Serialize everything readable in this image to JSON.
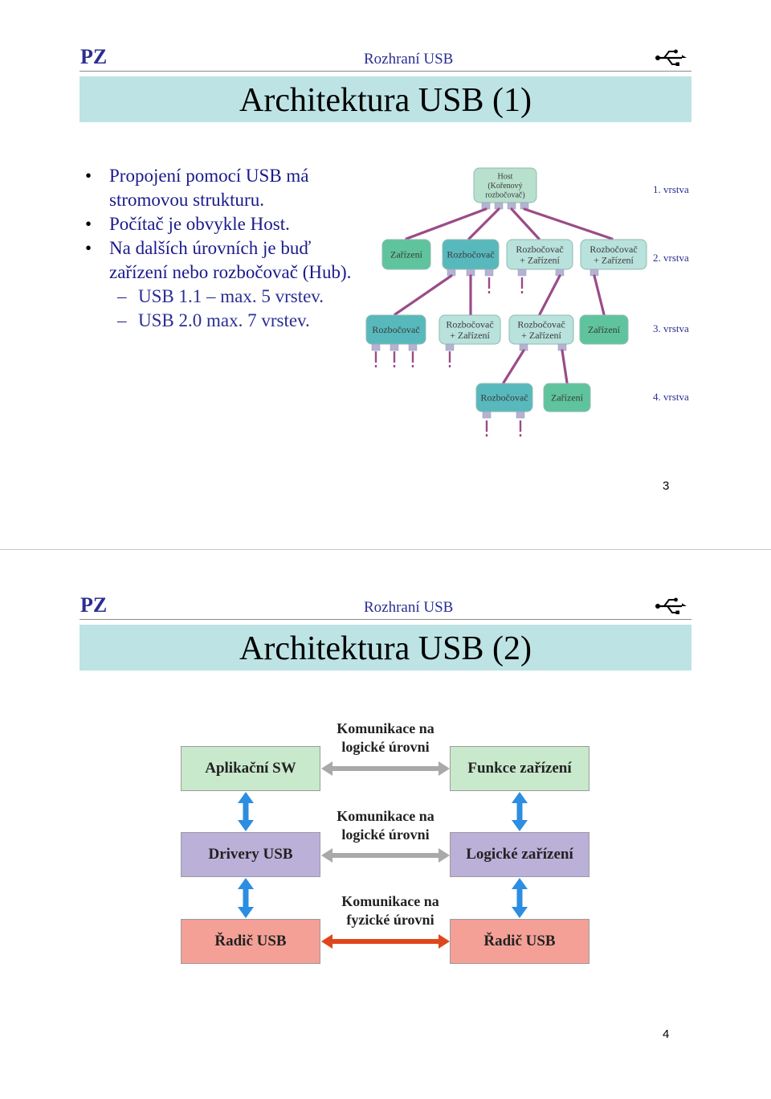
{
  "slide1": {
    "brand": "PZ",
    "topic": "Rozhraní USB",
    "title": "Architektura USB (1)",
    "bullets": [
      "Propojení pomocí USB má stromovou strukturu.",
      "Počítač je obvykle Host.",
      "Na dalších úrovních je buď zařízení nebo rozbočovač (Hub)."
    ],
    "subbullets": [
      "USB 1.1 – max. 5 vrstev.",
      "USB 2.0 max. 7 vrstev."
    ],
    "tree": {
      "host": [
        "Host",
        "(Kořenový",
        "rozbočovač)"
      ],
      "level2": [
        [
          "Zařízení"
        ],
        [
          "Rozbočovač"
        ],
        [
          "Rozbočovač",
          "+ Zařízení"
        ],
        [
          "Rozbočovač",
          "+ Zařízení"
        ]
      ],
      "level3": [
        [
          "Rozbočovač"
        ],
        [
          "Rozbočovač",
          "+ Zařízení"
        ],
        [
          "Rozbočovač",
          "+ Zařízení"
        ],
        [
          "Zařízení"
        ]
      ],
      "level4": [
        [
          "Rozbočovač"
        ],
        [
          "Zařízení"
        ]
      ],
      "layers": [
        "1. vrstva",
        "2. vrstva",
        "3. vrstva",
        "4. vrstva"
      ],
      "colors": {
        "host": "#b7e0cd",
        "device": "#5fc49d",
        "hub": "#58b9bd",
        "hub_device": "#b9e2dc",
        "edge": "#9a4c88",
        "port": "#b4b3d1",
        "layer_text": "#2a2e92"
      }
    },
    "page_number": "3"
  },
  "slide2": {
    "brand": "PZ",
    "topic": "Rozhraní USB",
    "title": "Architektura USB (2)",
    "rows": [
      {
        "left": "Aplikační SW",
        "right": "Funkce zařízení",
        "comm": [
          "Komunikace na",
          "logické úrovni"
        ],
        "color": "#c8e9cc",
        "arrow_color": "#a9a9a9"
      },
      {
        "left": "Drivery USB",
        "right": "Logické zařízení",
        "comm": [
          "Komunikace na",
          "logické úrovni"
        ],
        "color": "#bab0d8",
        "arrow_color": "#a9a9a9"
      },
      {
        "left": "Řadič USB",
        "right": "Řadič USB",
        "comm": [
          "Komunikace na",
          "fyzické úrovni"
        ],
        "color": "#f4a096",
        "arrow_color": "#e0461c"
      }
    ],
    "vertical_arrow_color": "#2c8ee1",
    "page_number": "4"
  }
}
